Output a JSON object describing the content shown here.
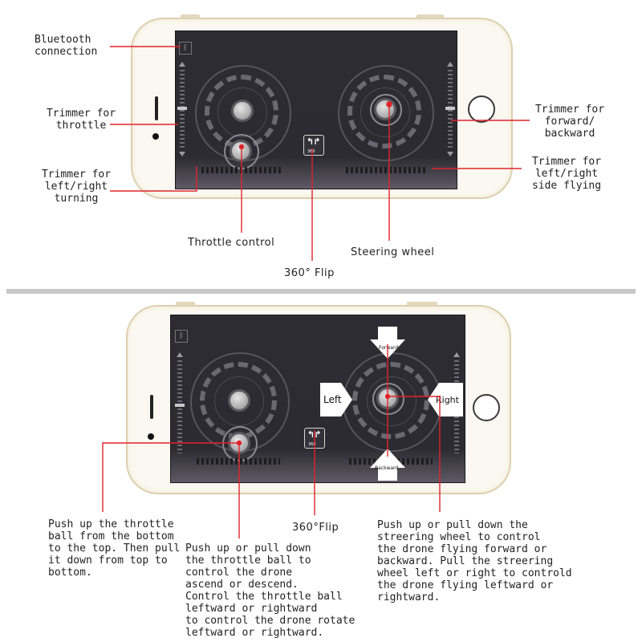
{
  "top_panel": {
    "labels": {
      "bluetooth": "Bluetooth\nconnection",
      "trim_throttle": "Trimmer for\nthrottle",
      "trim_turning": "Trimmer for\nleft/right\nturning",
      "throttle_control": "Throttle control",
      "flip": "360° Flip",
      "steering": "Steering wheel",
      "trim_fwd_back": "Trimmer for\nforward/\nbackward",
      "trim_side": "Trimmer for\nleft/right\nside flying"
    }
  },
  "bottom_panel": {
    "arrows": {
      "forward": "Forward",
      "backward": "Backward",
      "left": "Left",
      "right": "Right"
    },
    "flip": "360°Flip",
    "desc_pull": "Push up the throttle\nball from the bottom\nto the top. Then pull\nit down from top to\nbottom.",
    "desc_throttle": "Push up or pull down\nthe throttle ball to\ncontrol the drone\nascend or descend.\nControl the throttle ball\nleftward or rightward\nto control the drone rotate\nleftward or rightward.",
    "desc_steering": "Push up or pull down the\nstreering wheel to control\nthe drone flying forward or\nbackward. Pull the streering\nwheel left or right to controld\nthe drone flying leftward or\nrightward."
  },
  "icons": {
    "bluetooth": "bluetooth-icon",
    "flip": "flip-360-icon",
    "home": "home-button-icon"
  },
  "screen_icon_text": {
    "bluetooth_glyph": "ᛒ",
    "flip_label": "360",
    "flip_glyph": "↰↱"
  },
  "colors": {
    "callout_line": "#e0242c",
    "screen": "#2d2c33"
  }
}
